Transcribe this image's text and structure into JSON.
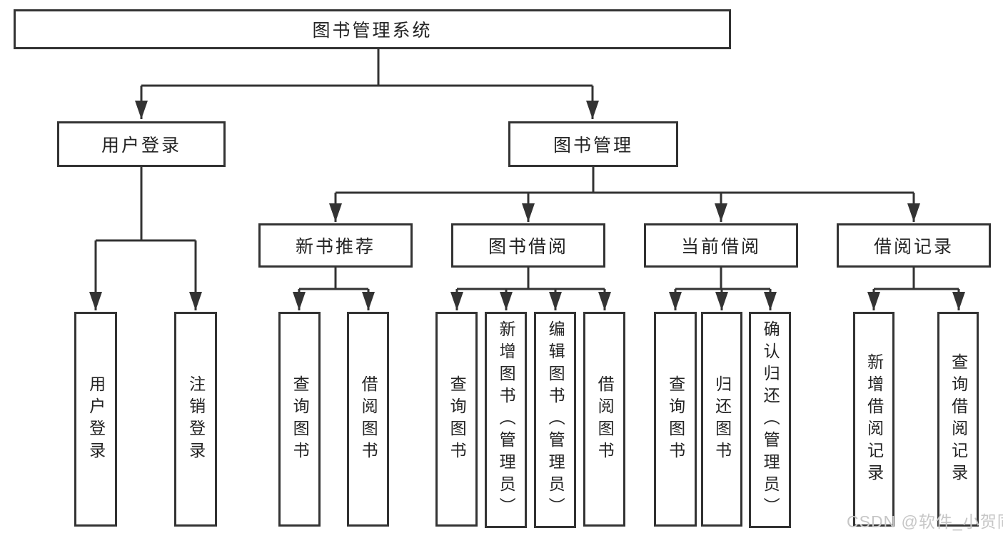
{
  "tree": {
    "label": "图书管理系统",
    "children": [
      {
        "label": "用户登录",
        "children": [
          {
            "label": "用户登录"
          },
          {
            "label": "注销登录"
          }
        ]
      },
      {
        "label": "图书管理",
        "children": [
          {
            "label": "新书推荐",
            "children": [
              {
                "label": "查询图书"
              },
              {
                "label": "借阅图书"
              }
            ]
          },
          {
            "label": "图书借阅",
            "children": [
              {
                "label": "查询图书"
              },
              {
                "label": "新增图书（管理员）"
              },
              {
                "label": "编辑图书（管理员）"
              },
              {
                "label": "借阅图书"
              }
            ]
          },
          {
            "label": "当前借阅",
            "children": [
              {
                "label": "查询图书"
              },
              {
                "label": "归还图书"
              },
              {
                "label": "确认归还（管理员）"
              }
            ]
          },
          {
            "label": "借阅记录",
            "children": [
              {
                "label": "新增借阅记录"
              },
              {
                "label": "查询借阅记录"
              }
            ]
          }
        ]
      }
    ]
  },
  "watermark": {
    "text": "CSDN @软件_小贺同学"
  },
  "colors": {
    "line": "#333333",
    "text": "#242424",
    "box_background": "#ffffff",
    "page_background": "#ffffff",
    "watermark": "#c6c6c6"
  }
}
